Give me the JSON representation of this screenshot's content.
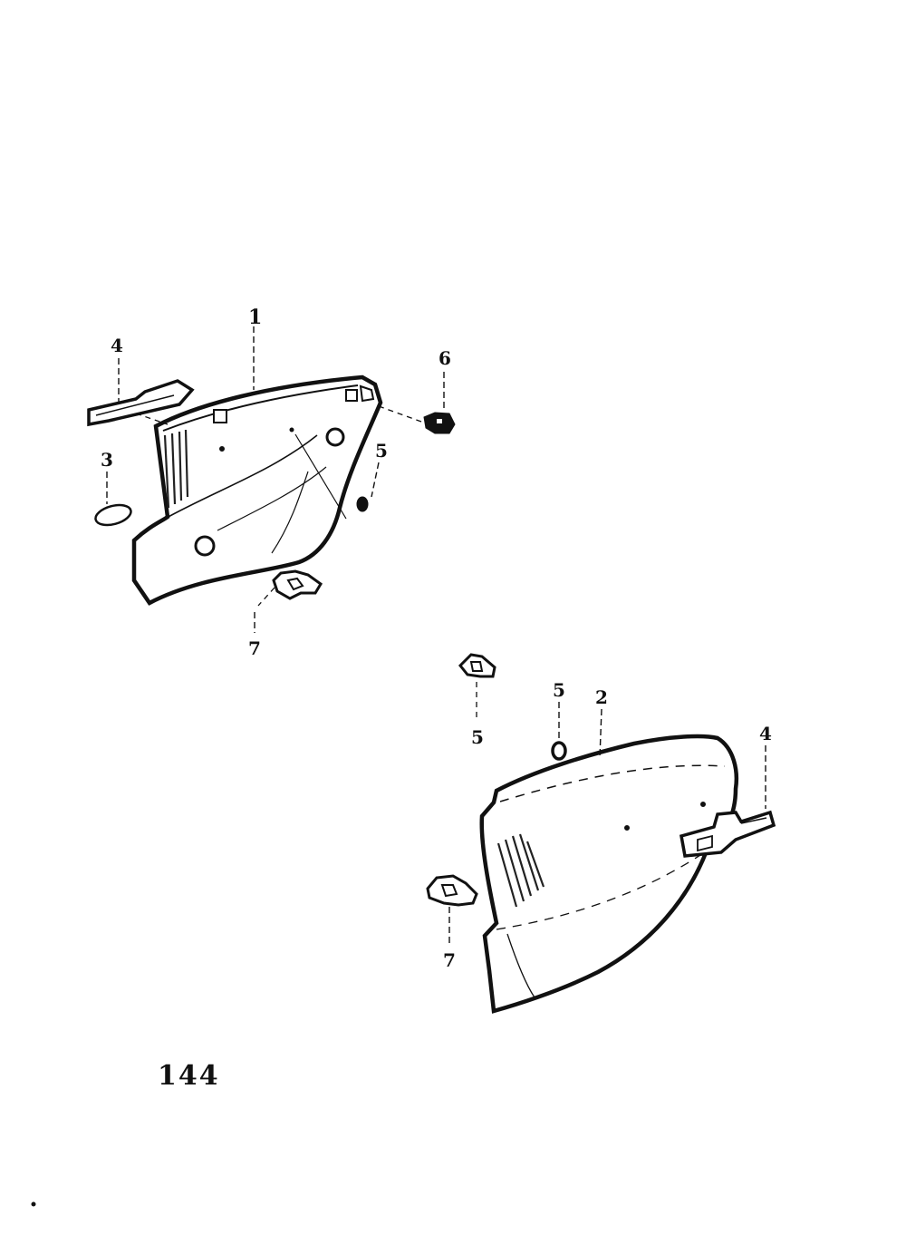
{
  "diagram": {
    "callouts": {
      "left_panel": "1",
      "left_bracket": "4",
      "left_grommet": "3",
      "left_clip_top": "6",
      "left_nut": "5",
      "left_clip_bottom": "7",
      "right_panel": "2",
      "right_bracket": "4",
      "right_nut": "5",
      "right_clip_top": "5",
      "right_clip_bottom": "7"
    },
    "page_number": "144"
  }
}
